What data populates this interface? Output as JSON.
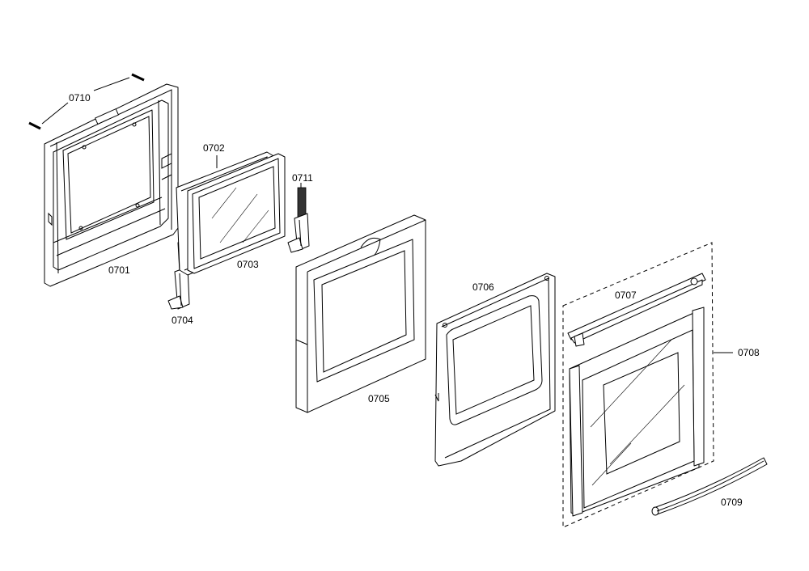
{
  "diagram": {
    "callouts": {
      "p0701": "0701",
      "p0702": "0702",
      "p0703": "0703",
      "p0704": "0704",
      "p0705": "0705",
      "p0706": "0706",
      "p0707": "0707",
      "p0708": "0708",
      "p0709": "0709",
      "p0710": "0710",
      "p0711": "0711"
    }
  }
}
